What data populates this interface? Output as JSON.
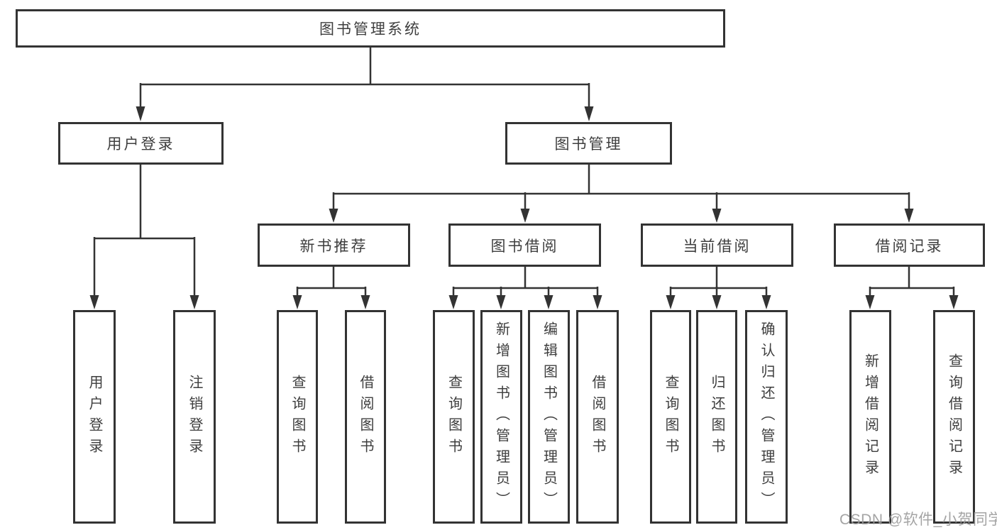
{
  "diagram": {
    "title": "图书管理系统",
    "root": {
      "label": "图书管理系统"
    },
    "branches": [
      {
        "label": "用户登录",
        "children": [
          {
            "label": "用户登录"
          },
          {
            "label": "注销登录"
          }
        ]
      },
      {
        "label": "图书管理",
        "children": [
          {
            "label": "新书推荐",
            "children": [
              {
                "label": "查询图书"
              },
              {
                "label": "借阅图书"
              }
            ]
          },
          {
            "label": "图书借阅",
            "children": [
              {
                "label": "查询图书"
              },
              {
                "label": "新增图书（管理员）"
              },
              {
                "label": "编辑图书（管理员）"
              },
              {
                "label": "借阅图书"
              }
            ]
          },
          {
            "label": "当前借阅",
            "children": [
              {
                "label": "查询图书"
              },
              {
                "label": "归还图书"
              },
              {
                "label": "确认归还（管理员）"
              }
            ]
          },
          {
            "label": "借阅记录",
            "children": [
              {
                "label": "新增借阅记录"
              },
              {
                "label": "查询借阅记录"
              }
            ]
          }
        ]
      }
    ]
  },
  "watermark": "CSDN @软件_小贺同学",
  "colors": {
    "line": "#333333",
    "text": "#3e3e3e",
    "watermark": "#9b9b9b",
    "background": "#ffffff"
  }
}
